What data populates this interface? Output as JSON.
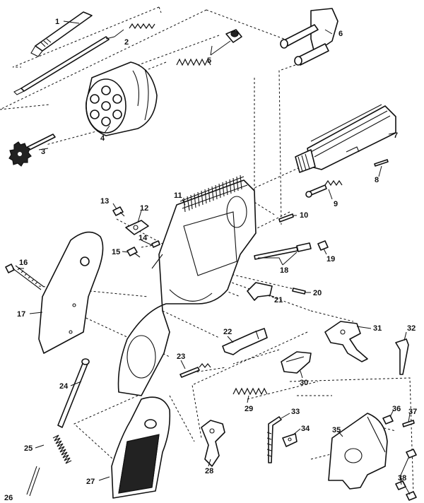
{
  "parts": [
    {
      "id": "p1",
      "label": "1"
    },
    {
      "id": "p2",
      "label": "2"
    },
    {
      "id": "p3",
      "label": "3"
    },
    {
      "id": "p4",
      "label": "4"
    },
    {
      "id": "p5",
      "label": "5"
    },
    {
      "id": "p6",
      "label": "6"
    },
    {
      "id": "p7",
      "label": "7"
    },
    {
      "id": "p8",
      "label": "8"
    },
    {
      "id": "p9",
      "label": "9"
    },
    {
      "id": "p10",
      "label": "10"
    },
    {
      "id": "p11",
      "label": "11"
    },
    {
      "id": "p12",
      "label": "12"
    },
    {
      "id": "p13",
      "label": "13"
    },
    {
      "id": "p14",
      "label": "14"
    },
    {
      "id": "p15",
      "label": "15"
    },
    {
      "id": "p16",
      "label": "16"
    },
    {
      "id": "p17",
      "label": "17"
    },
    {
      "id": "p18",
      "label": "18"
    },
    {
      "id": "p19",
      "label": "19"
    },
    {
      "id": "p20",
      "label": "20"
    },
    {
      "id": "p21",
      "label": "21"
    },
    {
      "id": "p22",
      "label": "22"
    },
    {
      "id": "p23",
      "label": "23"
    },
    {
      "id": "p24",
      "label": "24"
    },
    {
      "id": "p25",
      "label": "25"
    },
    {
      "id": "p26",
      "label": "26"
    },
    {
      "id": "p27",
      "label": "27"
    },
    {
      "id": "p28",
      "label": "28"
    },
    {
      "id": "p29",
      "label": "29"
    },
    {
      "id": "p30",
      "label": "30"
    },
    {
      "id": "p31",
      "label": "31"
    },
    {
      "id": "p32",
      "label": "32"
    },
    {
      "id": "p33",
      "label": "33"
    },
    {
      "id": "p34",
      "label": "34"
    },
    {
      "id": "p35",
      "label": "35"
    },
    {
      "id": "p36",
      "label": "36"
    },
    {
      "id": "p37",
      "label": "37"
    },
    {
      "id": "p38",
      "label": "38"
    }
  ]
}
